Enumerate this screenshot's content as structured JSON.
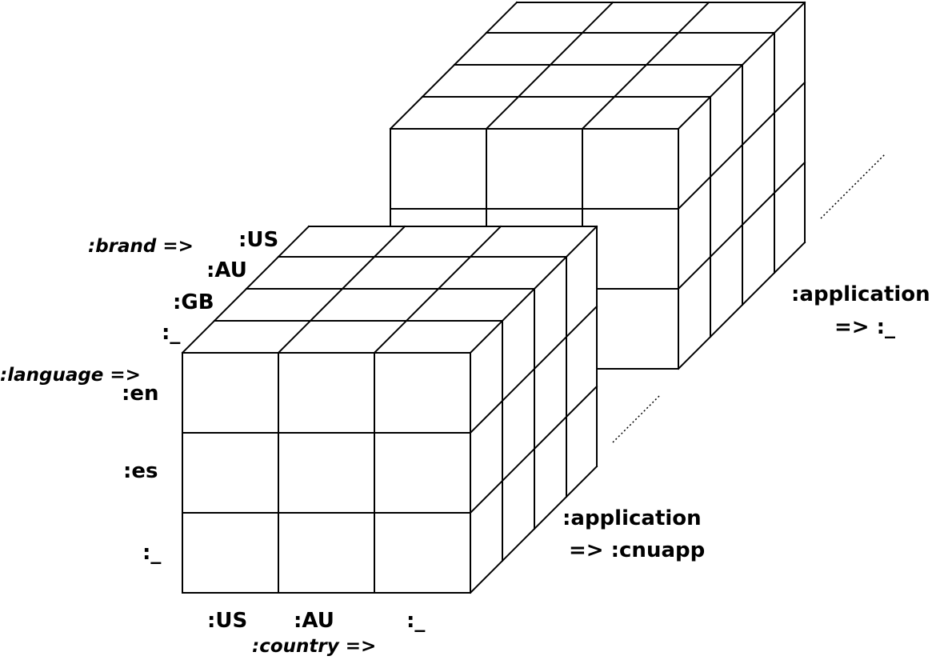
{
  "cubes": [
    {
      "name": "application-cnuapp",
      "label_line1": ":application",
      "label_line2": "=> :cnuapp"
    },
    {
      "name": "application-any",
      "label_line1": ":application",
      "label_line2": "=> :_"
    }
  ],
  "dimensions": {
    "brand": {
      "title": ":brand =>",
      "values": [
        ":US",
        ":AU",
        ":GB",
        ":_"
      ]
    },
    "language": {
      "title": ":language =>",
      "values": [
        ":en",
        ":es",
        ":_"
      ]
    },
    "country": {
      "title": ":country =>",
      "values": [
        ":US",
        ":AU",
        ":_"
      ]
    }
  },
  "colors": {
    "stroke": "#000000",
    "background": "#ffffff",
    "text": "#000000"
  }
}
